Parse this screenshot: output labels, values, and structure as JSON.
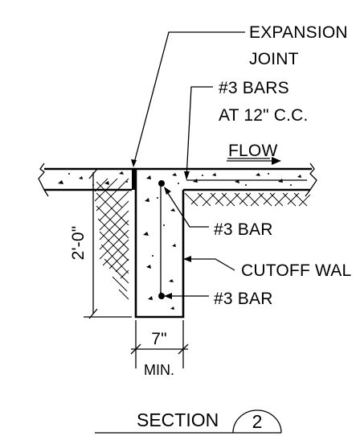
{
  "labels": {
    "expansion_joint_line1": "EXPANSION",
    "expansion_joint_line2": "JOINT",
    "bars_line1": "#3 BARS",
    "bars_line2": "AT 12\" C.C.",
    "flow": "FLOW",
    "bar_top": "#3 BAR",
    "cutoff_wall": "CUTOFF WAL",
    "bar_bottom": "#3 BAR",
    "height_dim": "2'-0\"",
    "width_dim": "7\"",
    "width_note": "MIN.",
    "section_title": "SECTION",
    "section_number": "2"
  },
  "icons": {
    "flow_arrow": "arrow-right-icon",
    "break_line": "break-line-icon",
    "rebar_dot": "filled-dot-icon"
  }
}
